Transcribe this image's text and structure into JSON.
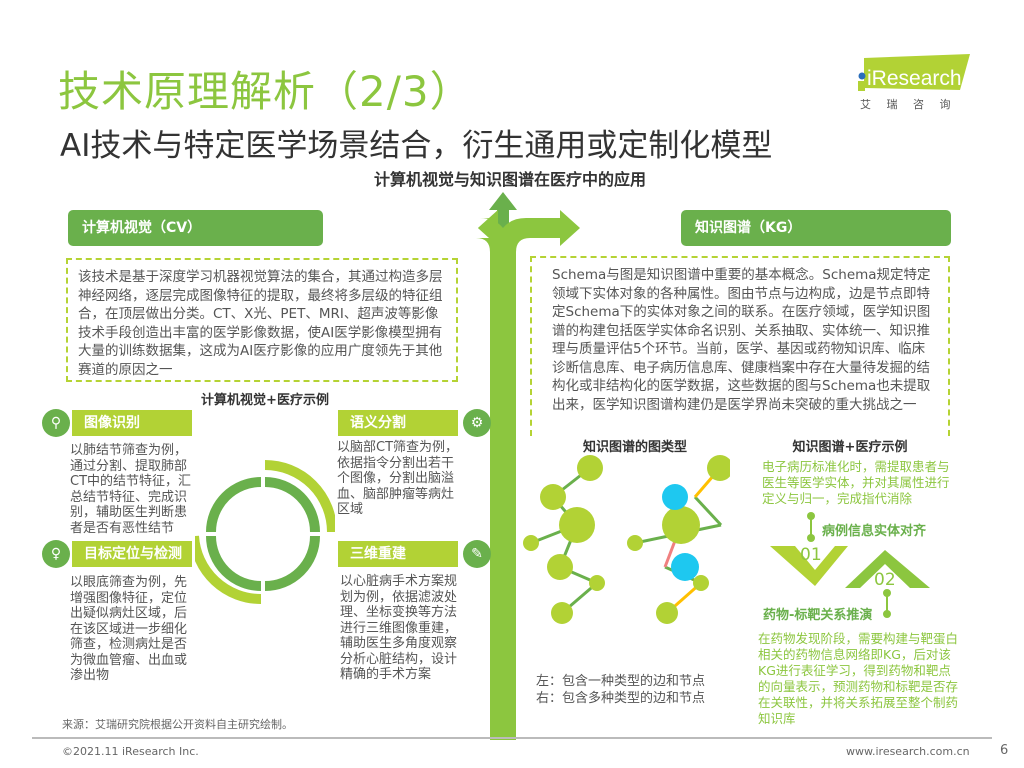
{
  "header": {
    "title": "技术原理解析（2/3）",
    "subtitle": "AI技术与特定医学场景结合，衍生通用或定制化模型"
  },
  "logo": {
    "brand": "iResearch",
    "cn": "艾 瑞 咨 询",
    "color": "#b2d235"
  },
  "center_title": "计算机视觉与知识图谱在医疗中的应用",
  "colors": {
    "accent_green": "#8cc63f",
    "dark_green": "#6ab04c",
    "lime": "#b2d235",
    "blue_node": "#1ec8f0",
    "yellow_edge": "#ffc000",
    "red_edge": "#f08080"
  },
  "cv": {
    "header": "计算机视觉（CV）",
    "description": "该技术是基于深度学习机器视觉算法的集合，其通过构造多层神经网络，逐层完成图像特征的提取，最终将多层级的特征组合，在顶层做出分类。CT、X光、PET、MRI、超声波等影像技术手段创造出丰富的医学影像数据，使AI医学影像模型拥有大量的训练数据集，这成为AI医疗影像的应用广度领先于其他赛道的原因之一",
    "examples_title": "计算机视觉+医疗示例",
    "items": [
      {
        "label": "图像识别",
        "icon": "search-icon",
        "text": "以肺结节筛查为例，通过分割、提取肺部CT中的结节特征，汇总结节特征、完成识别，辅助医生判断患者是否有恶性结节"
      },
      {
        "label": "语义分割",
        "icon": "gear-icon",
        "text": "以脑部CT筛查为例，依据指令分割出若干个图像，分割出脑溢血、脑部肿瘤等病灶区域"
      },
      {
        "label": "目标定位与检测",
        "icon": "lightbulb-icon",
        "text": "以眼底筛查为例，先增强图像特征，定位出疑似病灶区域，后在该区域进一步细化筛查，检测病灶是否为微血管瘤、出血或渗出物"
      },
      {
        "label": "三维重建",
        "icon": "pencil-icon",
        "text": "以心脏病手术方案规划为例，依据滤波处理、坐标变换等方法进行三维图像重建，辅助医生多角度观察分析心脏结构，设计精确的手术方案"
      }
    ]
  },
  "kg": {
    "header": "知识图谱（KG）",
    "description": "Schema与图是知识图谱中重要的基本概念。Schema规定特定领域下实体对象的各种属性。图由节点与边构成，边是节点即特定Schema下的实体对象之间的联系。在医疗领域，医学知识图谱的构建包括医学实体命名识别、关系抽取、实体统一、知识推理与质量评估5个环节。当前，医学、基因或药物知识库、临床诊断信息库、电子病历信息库、健康档案中存在大量待发掘的结构化或非结构化的医学数据，这些数据的图与Schema也未提取出来，医学知识图谱构建仍是医学界尚未突破的重大挑战之一",
    "graph_title": "知识图谱的图类型",
    "graph_caption_left": "左：包含一种类型的边和节点",
    "graph_caption_right": "右：包含多种类型的边和节点",
    "examples_title": "知识图谱+医疗示例",
    "step1": {
      "number": "01",
      "label": "病例信息实体对齐",
      "text": "电子病历标准化时，需提取患者与医生等医学实体，并对其属性进行定义与归一，完成指代消除"
    },
    "step2": {
      "number": "02",
      "label": "药物-标靶关系推演",
      "text": "在药物发现阶段，需要构建与靶蛋白相关的药物信息网络即KG，后对该KG进行表征学习，得到药物和靶点的向量表示，预测药物和标靶是否存在关联性，并将关系拓展至整个制药知识库"
    }
  },
  "footer": {
    "source": "来源：艾瑞研究院根据公开资料自主研究绘制。",
    "copyright": "©2021.11 iResearch Inc.",
    "url": "www.iresearch.com.cn",
    "page": "6"
  }
}
